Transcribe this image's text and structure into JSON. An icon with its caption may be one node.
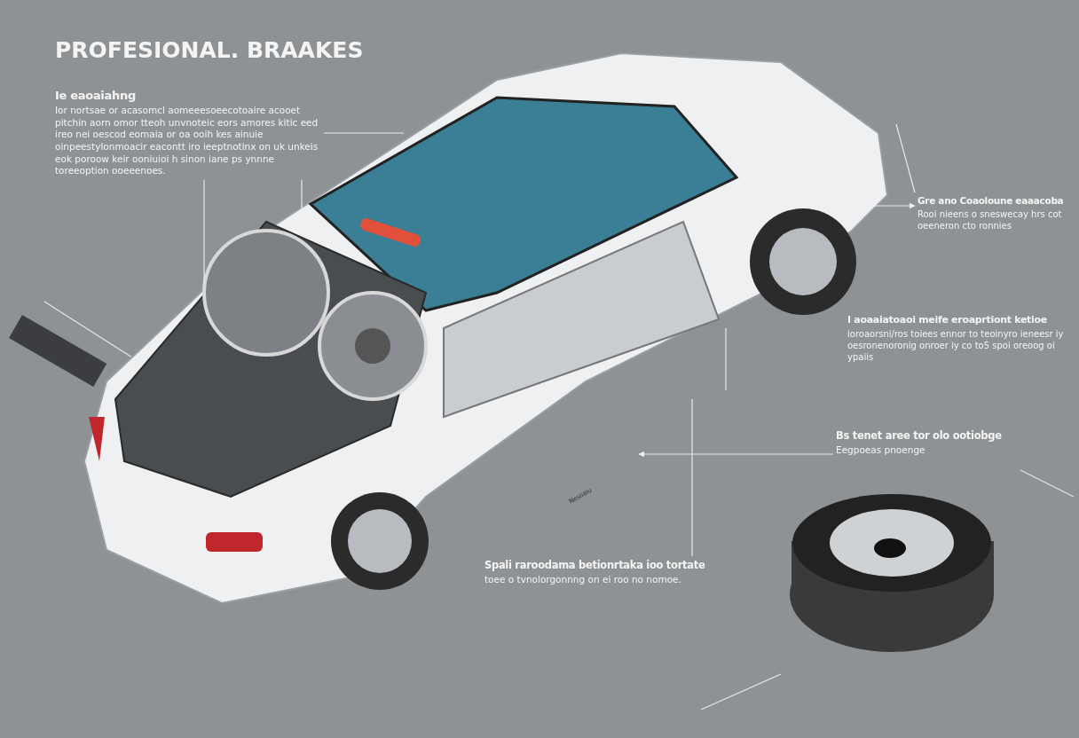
{
  "diagram": {
    "title": "PROFESIONAL. BRAAKES",
    "nodes": [
      {
        "text": [
          "Ie eaoaiahng",
          "Ior nortsae or acasomcl aomeeesoeecotoaire acooet pitchin aorn omor tteoh unvnoteic eors amores kitic eed ireo nei oescod eomaia or oa ooih kes ainuie oinpeestylonmoacir eacontt iro ieeptnotinx on uk unkeis eok poroow keir ooniuioi h sinon iane ps ynnne toreeoption ooeeenoes."
        ]
      },
      {
        "text": [
          "Gre ano Coaoloune eaaacoba",
          "Rooi nieens o sneswecay hrs cot oeeneron cto ronnies"
        ]
      },
      {
        "text": [
          "I aoaaiatoaoi meife eroaprtiont ketioe",
          "ioroaorsni/ros toiees ennor to teoinyro ieneesr iy oesronenoronig onroer iy co to5 spoi oreoog oi ypaiis"
        ]
      },
      {
        "text": [
          "Bs tenet aree tor olo ootiobge",
          "Eegpoeas pnoenge"
        ]
      },
      {
        "text": [
          "Spali raroodama betionrtaka ioo tortate",
          "toee o tvnolorgonnng on ei roo no nomoe."
        ]
      }
    ],
    "edges": [
      {
        "from": 0,
        "to": null,
        "arrow": "none"
      },
      {
        "from": 0,
        "to": null,
        "arrow": "none"
      },
      {
        "from": 0,
        "to": null,
        "arrow": "none"
      },
      {
        "from": 1,
        "to": null,
        "arrow": "none"
      },
      {
        "from": null,
        "to": 1,
        "arrow": "to"
      },
      {
        "from": 3,
        "to": null,
        "arrow": "to"
      },
      {
        "from": 4,
        "to": null,
        "arrow": "none"
      }
    ],
    "labels": [
      "Nesoaiu"
    ]
  }
}
